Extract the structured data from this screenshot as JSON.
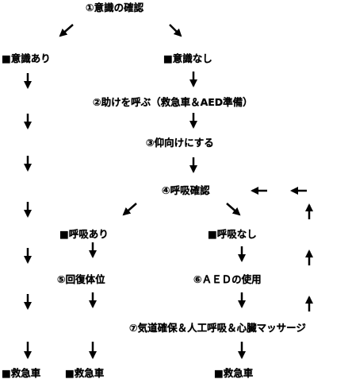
{
  "flow": {
    "check_consciousness": "①意識の確認",
    "conscious": "■意識あり",
    "unconscious": "■意識なし",
    "call_help": "②助けを呼ぶ（救急車＆AED準備）",
    "supine": "③仰向けにする",
    "breathing_check": "④呼吸確認",
    "breathing_yes": "■呼吸あり",
    "breathing_no": "■呼吸なし",
    "recovery_position": "⑤回復体位",
    "aed_use": "⑥ＡＥＤの使用",
    "cpr": "⑦気道確保＆人工呼吸＆心臓マッサージ",
    "ambulance_left": "■救急車",
    "ambulance_middle": "■救急車",
    "ambulance_right": "■救急車"
  }
}
